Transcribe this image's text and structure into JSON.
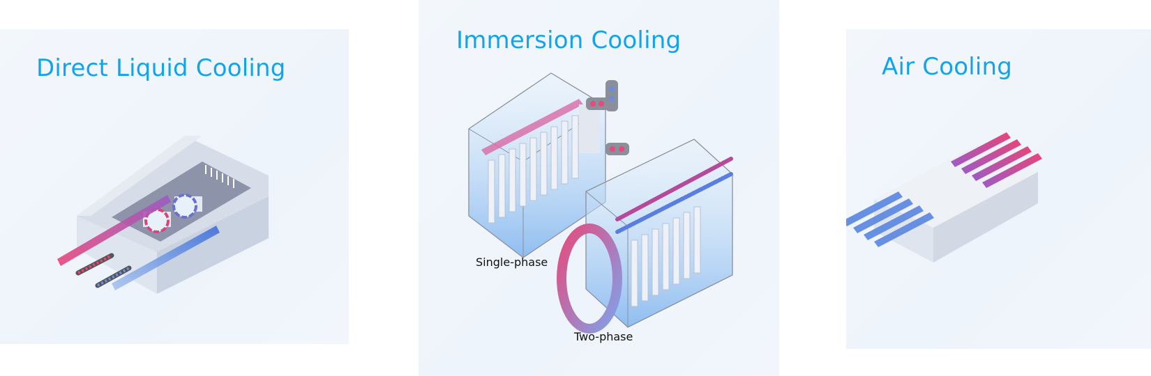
{
  "panels": [
    {
      "title": "Direct Liquid Cooling"
    },
    {
      "title": "Immersion Cooling",
      "labels": [
        "Single-phase",
        "Two-phase"
      ]
    },
    {
      "title": "Air Cooling"
    }
  ],
  "colors": {
    "title": "#12a4ea",
    "hot": "#e0457a",
    "warm": "#a85ac0",
    "cold": "#4a7ee0",
    "background": "#f1f6fc"
  }
}
